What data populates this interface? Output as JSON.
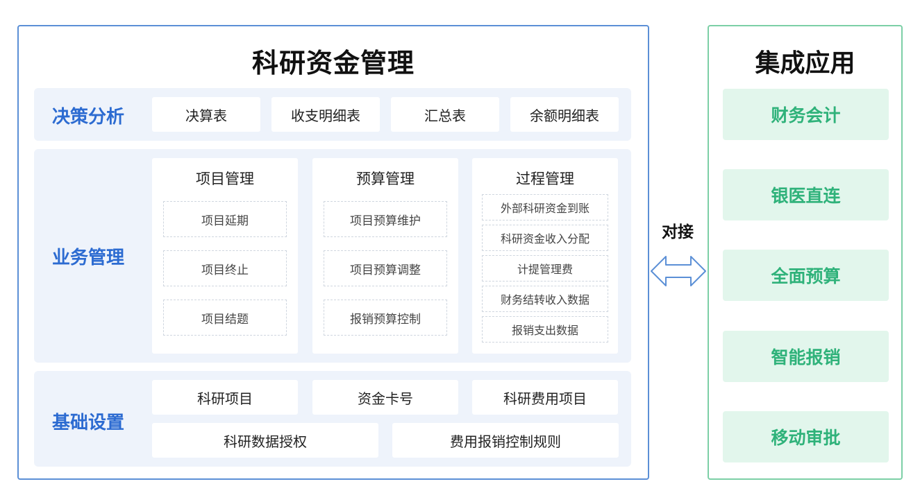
{
  "left_title": "科研资金管理",
  "decision": {
    "label": "决策分析",
    "items": [
      "决算表",
      "收支明细表",
      "汇总表",
      "余额明细表"
    ]
  },
  "business": {
    "label": "业务管理",
    "columns": [
      {
        "title": "项目管理",
        "items": [
          "项目延期",
          "项目终止",
          "项目结题"
        ]
      },
      {
        "title": "预算管理",
        "items": [
          "项目预算维护",
          "项目预算调整",
          "报销预算控制"
        ]
      },
      {
        "title": "过程管理",
        "items": [
          "外部科研资金到账",
          "科研资金收入分配",
          "计提管理费",
          "财务结转收入数据",
          "报销支出数据"
        ]
      }
    ]
  },
  "basic": {
    "label": "基础设置",
    "row1": [
      "科研项目",
      "资金卡号",
      "科研费用项目"
    ],
    "row2": [
      "科研数据授权",
      "费用报销控制规则"
    ]
  },
  "connector_label": "对接",
  "right_title": "集成应用",
  "integrations": [
    "财务会计",
    "银医直连",
    "全面预算",
    "智能报销",
    "移动审批"
  ],
  "colors": {
    "blue_accent": "#2c6bd1",
    "green_accent": "#2fb27a",
    "left_border": "#5b8fd6",
    "right_border": "#7ccfa6"
  }
}
